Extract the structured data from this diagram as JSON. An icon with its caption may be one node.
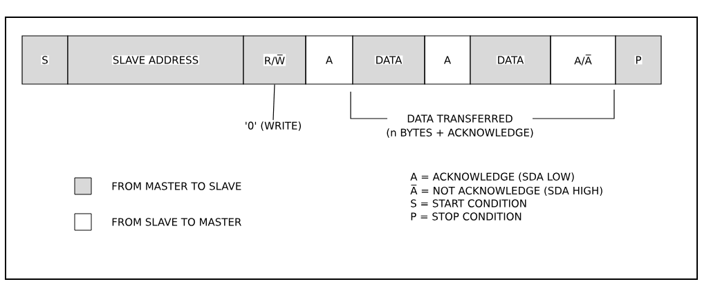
{
  "diagram": {
    "nodes": [
      {
        "text": [
          "S"
        ]
      },
      {
        "text": [
          "SLAVE ADDRESS"
        ]
      },
      {
        "text": [
          "R/W̅"
        ]
      },
      {
        "text": [
          "A"
        ]
      },
      {
        "text": [
          "DATA"
        ]
      },
      {
        "text": [
          "A"
        ]
      },
      {
        "text": [
          "DATA"
        ]
      },
      {
        "text": [
          "A/A̅"
        ]
      },
      {
        "text": [
          "P"
        ]
      },
      {
        "text": [
          "'0' (WRITE)"
        ]
      }
    ],
    "edges": [
      {
        "from": 9,
        "to": 2,
        "arrow": "none"
      }
    ],
    "labels": [
      "DATA TRANSFERRED",
      "(n BYTES + ACKNOWLEDGE)",
      "A = ACKNOWLEDGE (SDA LOW)",
      "A̅ = NOT ACKNOWLEDGE (SDA HIGH)",
      "S = START CONDITION",
      "P = STOP CONDITION"
    ],
    "legend": [
      {
        "text": "FROM MASTER TO SLAVE"
      },
      {
        "text": "FROM SLAVE TO MASTER"
      }
    ]
  }
}
